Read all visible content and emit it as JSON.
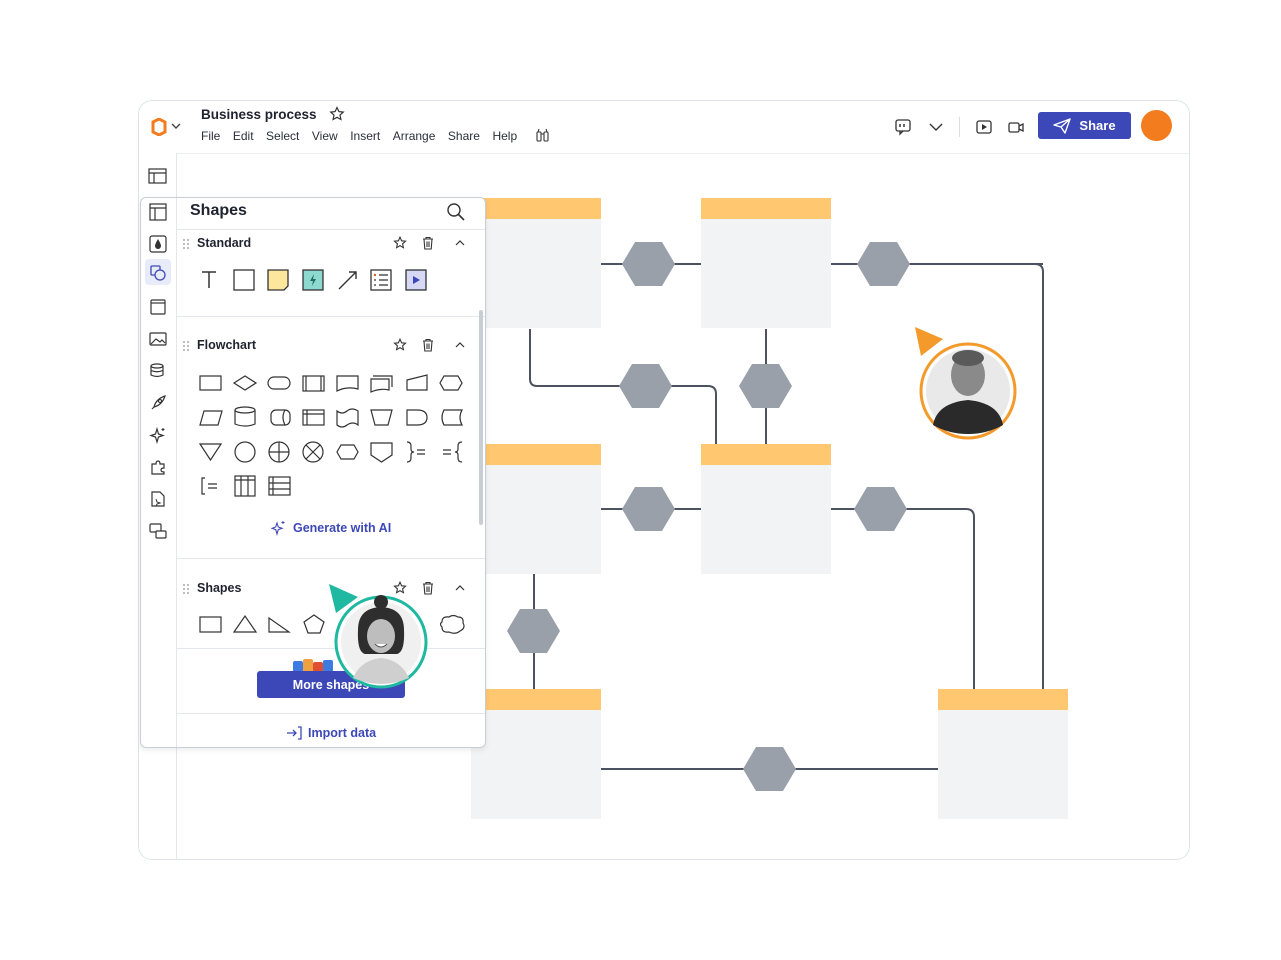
{
  "document": {
    "title": "Business process"
  },
  "menu": [
    "File",
    "Edit",
    "Select",
    "View",
    "Insert",
    "Arrange",
    "Share",
    "Help"
  ],
  "toolbar": {
    "share_label": "Share"
  },
  "colors": {
    "accent": "#3d48b8",
    "brand_orange": "#f37c1f",
    "node_header": "#ffc870",
    "node_body": "#f2f3f5",
    "connector_hex": "#9aa0aa",
    "collaborator_1": "#f39a2b",
    "collaborator_2": "#1fb8a0"
  },
  "shapes_panel": {
    "title": "Shapes",
    "sections": [
      {
        "label": "Standard",
        "icons": [
          "text-icon",
          "rectangle-icon",
          "sticky-note-icon",
          "action-shape-icon",
          "arrow-line-icon",
          "list-icon",
          "video-icon"
        ]
      },
      {
        "label": "Flowchart",
        "generate_label": "Generate with AI"
      },
      {
        "label": "Shapes",
        "more_label": "More shapes"
      }
    ],
    "import_label": "Import data"
  }
}
